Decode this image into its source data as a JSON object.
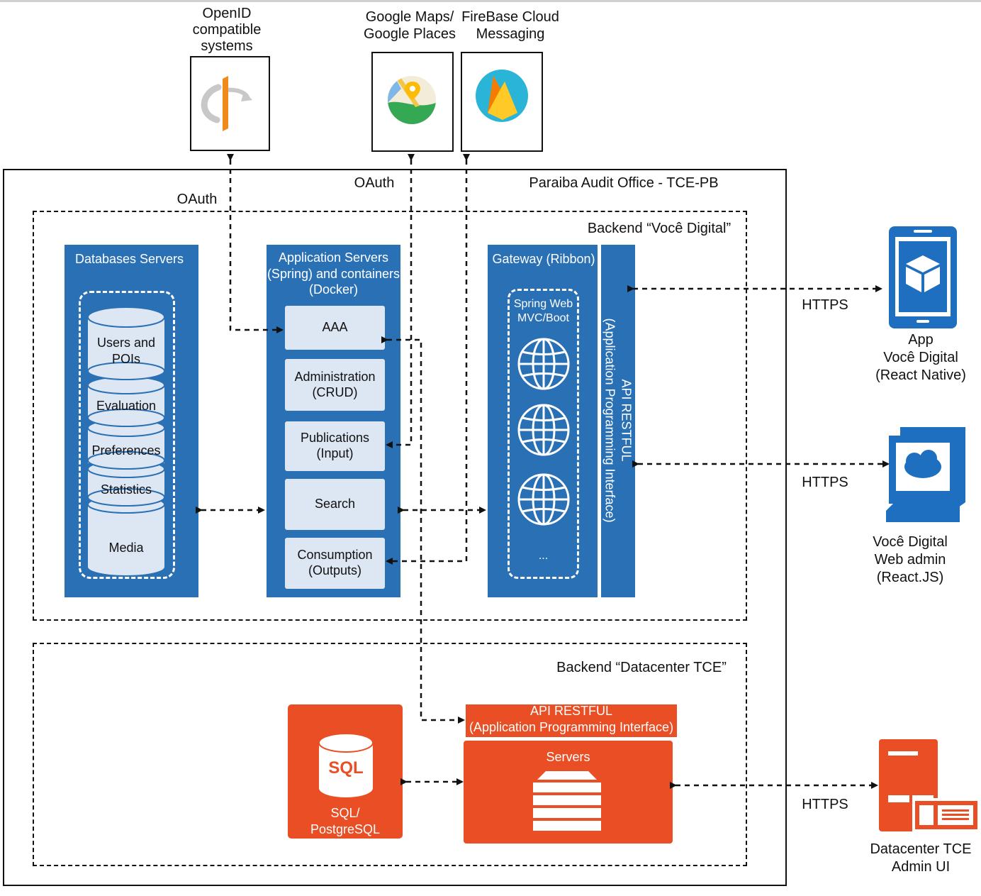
{
  "external": {
    "openid": "OpenID\ncompatible\nsystems",
    "google_maps": "Google Maps/\nGoogle Places",
    "firebase": "FireBase Cloud\nMessaging"
  },
  "labels": {
    "oauth_left": "OAuth",
    "oauth_top": "OAuth",
    "office": "Paraiba Audit Office - TCE-PB",
    "backend_voce": "Backend “Você Digital”",
    "backend_datacenter": "Backend “Datacenter TCE”",
    "https": [
      "HTTPS",
      "HTTPS",
      "HTTPS"
    ]
  },
  "databases": {
    "title": "Databases Servers",
    "items": [
      "Users and\nPOIs",
      "Evaluation",
      "Preferences",
      "Statistics",
      "Media"
    ]
  },
  "app_servers": {
    "title": "Application Servers\n(Spring) and containers\n(Docker)",
    "items": [
      "AAA",
      "Administration\n(CRUD)",
      "Publications\n(Input)",
      "Search",
      "Consumption\n(Outputs)"
    ]
  },
  "gateway": {
    "title": "Gateway (Ribbon)",
    "spring": "Spring Web\nMVC/Boot",
    "ellipsis": "...",
    "api": "API RESTFUL\n(Application Programming Interface)"
  },
  "datacenter": {
    "sql_icon": "SQL",
    "sql_label": "SQL/\nPostgreSQL",
    "api": "API RESTFUL\n(Application Programming Interface)",
    "servers": "Servers"
  },
  "clients": {
    "app": "App\nVocê Digital\n(React Native)",
    "web": "Você Digital\nWeb admin\n(React.JS)",
    "datacenter_ui": "Datacenter TCE\nAdmin UI"
  },
  "colors": {
    "blue": "#2a70b5",
    "orange": "#e94e24",
    "light_box": "#dde6f3"
  }
}
